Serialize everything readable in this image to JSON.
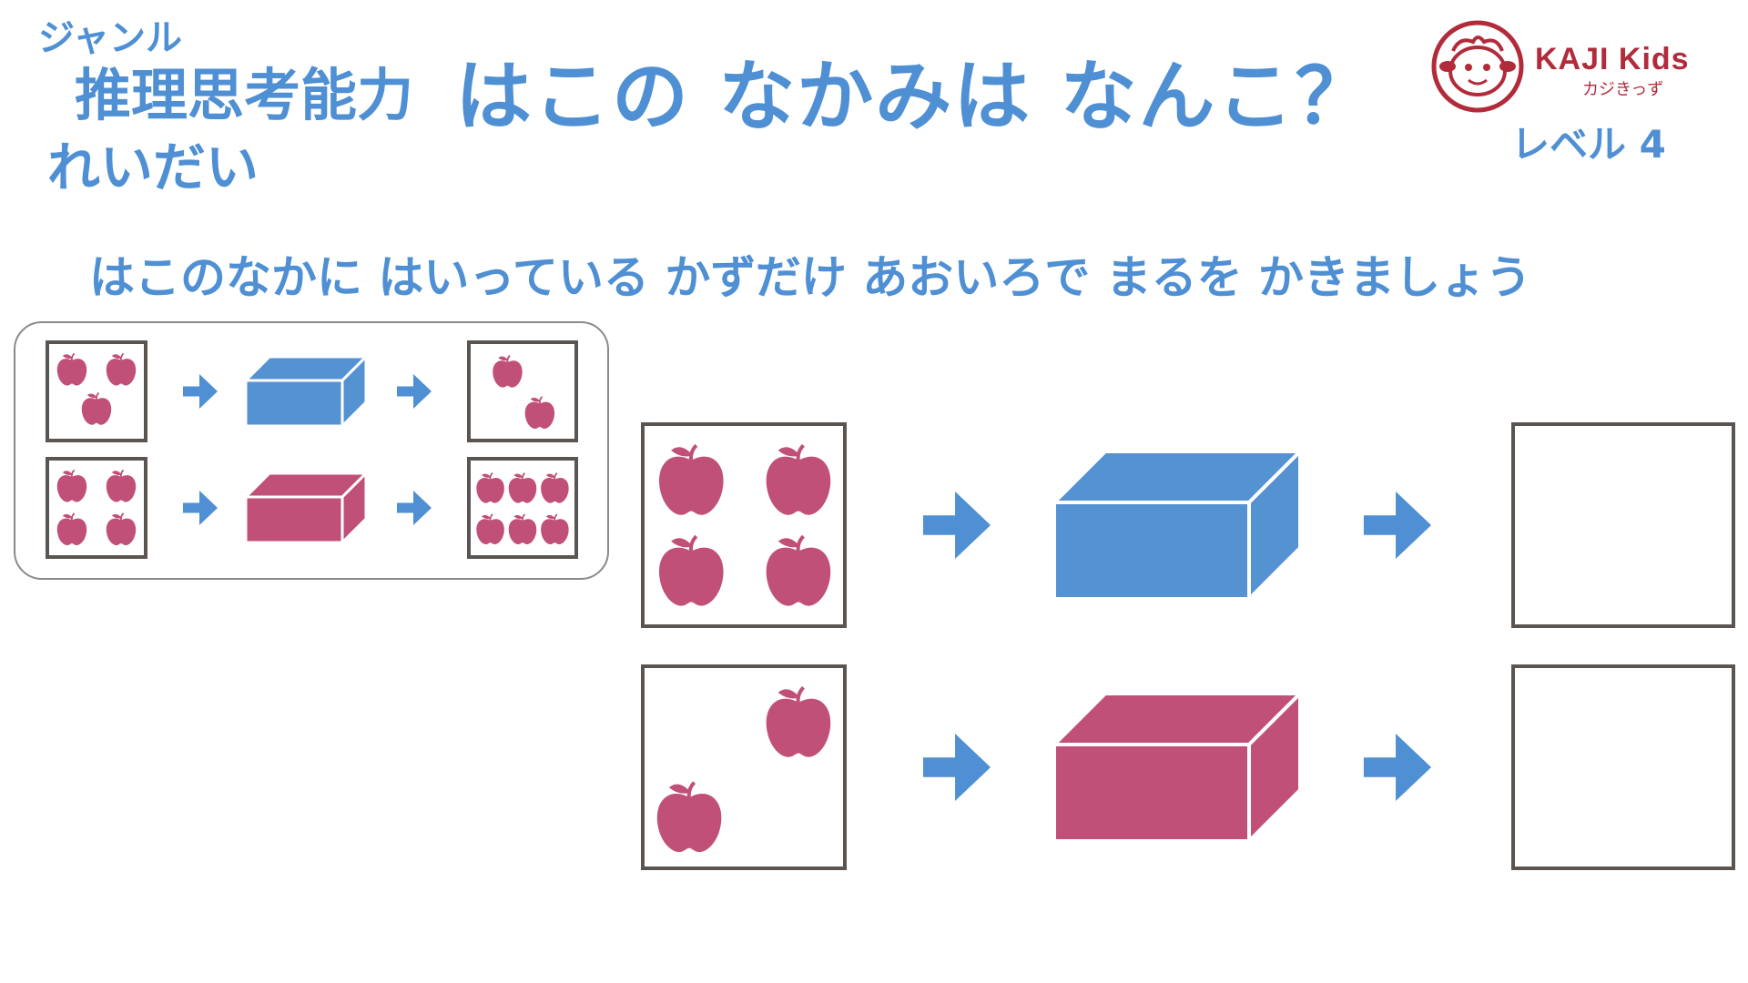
{
  "header": {
    "genre_label": "ジャンル",
    "genre_value": "推理思考能力",
    "example_label": "れいだい",
    "title": "はこの なかみは なんこ？",
    "level_label": "レベル 4"
  },
  "logo": {
    "brand": "KAJI Kids",
    "subtitle": "カジきっず",
    "icon": "sheep-face-icon",
    "color": "#b22b3a"
  },
  "instruction": "はこのなかに はいっている かずだけ あおいろで まるを かきましょう",
  "colors": {
    "text_blue": "#4f8fd3",
    "box_blue": "#5592d2",
    "box_pink": "#c05078",
    "apple": "#c05078",
    "arrow": "#4f8fd3",
    "frame": "#5a5550"
  },
  "icons": {
    "apple": "apple-icon",
    "arrow": "arrow-right-icon",
    "box": "box-3d-icon"
  },
  "example": {
    "rows": [
      {
        "box_color": "blue",
        "input_apples": 3,
        "output_apples": 2
      },
      {
        "box_color": "pink",
        "input_apples": 4,
        "output_apples": 6
      }
    ]
  },
  "problems": {
    "rows": [
      {
        "box_color": "blue",
        "input_apples": 4,
        "answer_apples": null
      },
      {
        "box_color": "pink",
        "input_apples": 2,
        "answer_apples": null
      }
    ]
  }
}
